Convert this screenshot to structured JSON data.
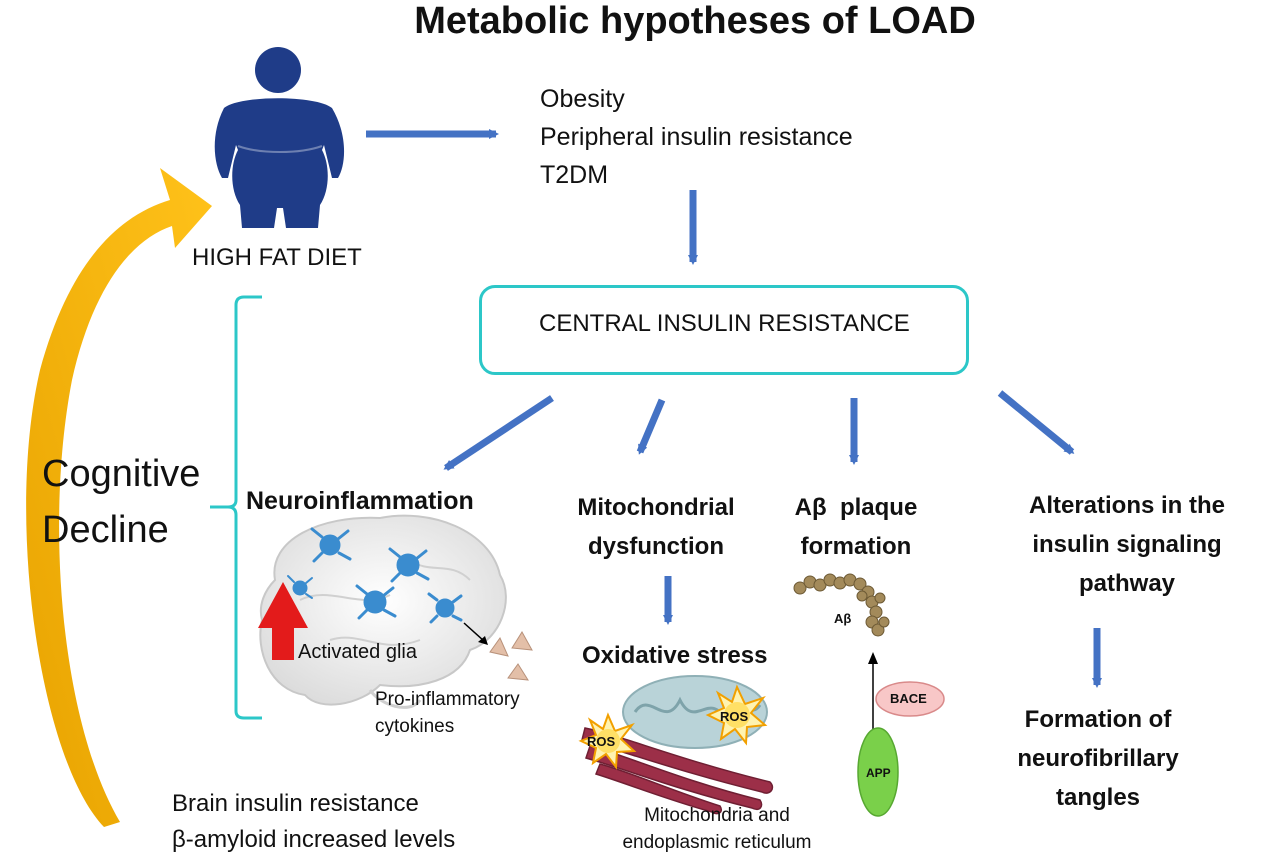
{
  "title": "Metabolic hypotheses of LOAD",
  "systemic_list": [
    "Obesity",
    "Peripheral insulin resistance",
    "T2DM"
  ],
  "diet_label": "HIGH FAT DIET",
  "central_label": "CENTRAL INSULIN RESISTANCE",
  "cognitive_decline": [
    "Cognitive",
    "Decline"
  ],
  "branches": {
    "neuroinflammation": {
      "title": "Neuroinflammation",
      "glia_label": "Activated glia",
      "cytokines_label": [
        "Pro-inflammatory",
        "cytokines"
      ]
    },
    "mitochondrial": {
      "title": [
        "Mitochondrial",
        "dysfunction"
      ],
      "stress_label": "Oxidative stress",
      "ros_label": "ROS",
      "caption": [
        "Mitochondria and",
        "endoplasmic reticulum"
      ]
    },
    "abeta": {
      "title": [
        "Aβ  plaque",
        "formation"
      ],
      "abeta_label": "Aβ",
      "bace_label": "BACE",
      "app_label": "APP"
    },
    "signaling": {
      "title": [
        "Alterations in the",
        "insulin signaling",
        "pathway"
      ],
      "outcome": [
        "Formation of",
        "neurofibrillary",
        "tangles"
      ]
    }
  },
  "bottom_left": [
    "Brain insulin resistance",
    "β-amyloid increased levels"
  ],
  "colors": {
    "arrow": "#4472c4",
    "teal": "#2cc7c8",
    "gold": "#f2b705",
    "figure": "#1f3c88",
    "red": "#e31b1b",
    "glia": "#3a8ccf"
  }
}
